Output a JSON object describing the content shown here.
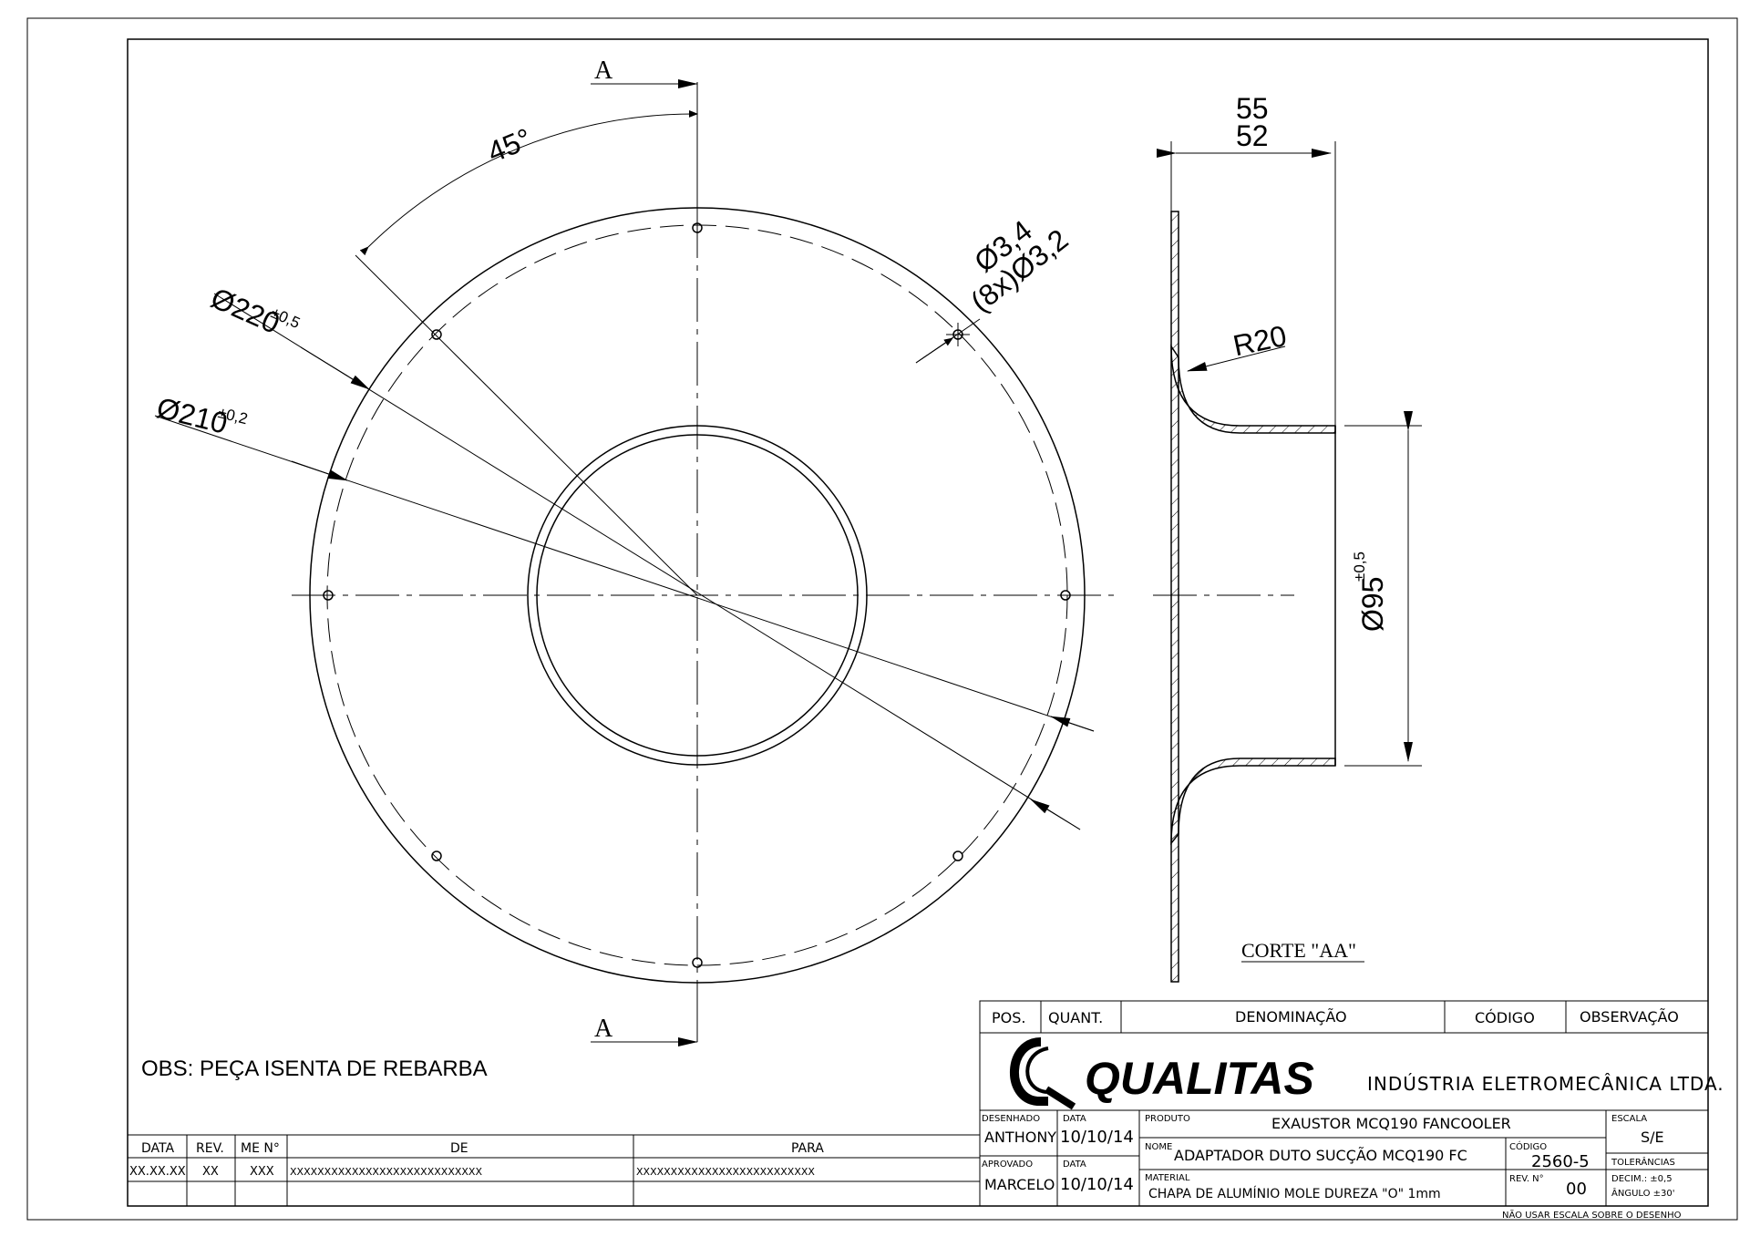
{
  "view_front": {
    "section_mark_top": "A",
    "section_mark_bottom": "A",
    "dim_angle": "45°",
    "dim_outer_diameter": "Ø220",
    "dim_outer_tol": "±0,5",
    "dim_bolt_circle": "Ø210",
    "dim_bolt_circle_tol": "±0,2",
    "dim_hole_a": "Ø3,4",
    "dim_hole_b": "(8x)Ø3,2"
  },
  "view_section": {
    "dim_length_a": "55",
    "dim_length_b": "52",
    "dim_radius": "R20",
    "dim_inner_diameter": "Ø95",
    "dim_inner_tol": "±0,5",
    "label": "CORTE \"AA\""
  },
  "notes": {
    "obs": "OBS: PEÇA ISENTA DE REBARBA"
  },
  "revision_table": {
    "headers": [
      "DATA",
      "REV.",
      "ME N°",
      "DE",
      "PARA"
    ],
    "row": [
      "XX.XX.XX",
      "XX",
      "XXX",
      "XXXXXXXXXXXXXXXXXXXXXXXXXXXX",
      "XXXXXXXXXXXXXXXXXXXXXXXXXX"
    ]
  },
  "parts_list": {
    "headers": [
      "POS.",
      "QUANT.",
      "DENOMINAÇÃO",
      "CÓDIGO",
      "OBSERVAÇÃO"
    ]
  },
  "title_block": {
    "logo_text": "QUALITAS",
    "company": "INDÚSTRIA ELETROMECÂNICA LTDA.",
    "desenhado_label": "DESENHADO",
    "desenhado_value": "ANTHONY",
    "data_label_1": "DATA",
    "data_value_1": "10/10/14",
    "aprovado_label": "APROVADO",
    "aprovado_value": "MARCELO",
    "data_label_2": "DATA",
    "data_value_2": "10/10/14",
    "produto_label": "PRODUTO",
    "produto_value": "EXAUSTOR MCQ190 FANCOOLER",
    "nome_label": "NOME",
    "nome_value": "ADAPTADOR DUTO SUCÇÃO MCQ190 FC",
    "codigo_label": "CÓDIGO",
    "codigo_value": "2560-5",
    "material_label": "MATERIAL",
    "material_value": "CHAPA DE ALUMÍNIO MOLE DUREZA \"O\" 1mm",
    "rev_label": "REV. N°",
    "rev_value": "00",
    "escala_label": "ESCALA",
    "escala_value": "S/E",
    "tolerancias_label": "TOLERÂNCIAS",
    "tol_decim": "DECIM.: ±0,5",
    "tol_angulo": "ÂNGULO ±30'",
    "footer_note": "NÃO USAR ESCALA SOBRE O DESENHO"
  }
}
